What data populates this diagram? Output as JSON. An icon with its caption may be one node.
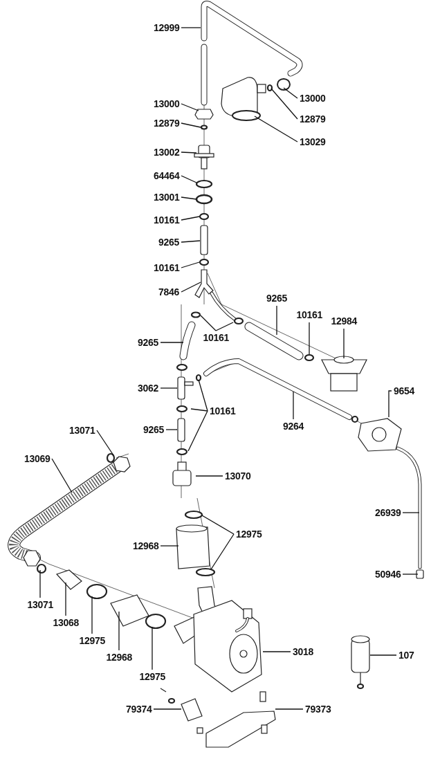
{
  "diagram": {
    "nodes": [
      {
        "text": [
          "12999"
        ]
      },
      {
        "text": [
          "13000"
        ]
      },
      {
        "text": [
          "12879"
        ]
      },
      {
        "text": [
          "13002"
        ]
      },
      {
        "text": [
          "64464"
        ]
      },
      {
        "text": [
          "13001"
        ]
      },
      {
        "text": [
          "10161"
        ]
      },
      {
        "text": [
          "9265"
        ]
      },
      {
        "text": [
          "10161"
        ]
      },
      {
        "text": [
          "7846"
        ]
      },
      {
        "text": [
          "13000"
        ]
      },
      {
        "text": [
          "12879"
        ]
      },
      {
        "text": [
          "13029"
        ]
      },
      {
        "text": [
          "9265"
        ]
      },
      {
        "text": [
          "10161"
        ]
      },
      {
        "text": [
          "10161"
        ]
      },
      {
        "text": [
          "12984"
        ]
      },
      {
        "text": [
          "9265"
        ]
      },
      {
        "text": [
          "3062"
        ]
      },
      {
        "text": [
          "10161"
        ]
      },
      {
        "text": [
          "9264"
        ]
      },
      {
        "text": [
          "9654"
        ]
      },
      {
        "text": [
          "9265"
        ]
      },
      {
        "text": [
          "13071"
        ]
      },
      {
        "text": [
          "13069"
        ]
      },
      {
        "text": [
          "13070"
        ]
      },
      {
        "text": [
          "12975"
        ]
      },
      {
        "text": [
          "12968"
        ]
      },
      {
        "text": [
          "26939"
        ]
      },
      {
        "text": [
          "50946"
        ]
      },
      {
        "text": [
          "13071"
        ]
      },
      {
        "text": [
          "13068"
        ]
      },
      {
        "text": [
          "12975"
        ]
      },
      {
        "text": [
          "12968"
        ]
      },
      {
        "text": [
          "3018"
        ]
      },
      {
        "text": [
          "12975"
        ]
      },
      {
        "text": [
          "107"
        ]
      },
      {
        "text": [
          "79374"
        ]
      },
      {
        "text": [
          "79373"
        ]
      }
    ],
    "edges": [
      {
        "from": 0,
        "to": null,
        "arrow": "none"
      },
      {
        "from": 1,
        "to": null,
        "arrow": "none"
      },
      {
        "from": 2,
        "to": null,
        "arrow": "none"
      },
      {
        "from": 3,
        "to": null,
        "arrow": "none"
      },
      {
        "from": 4,
        "to": null,
        "arrow": "none"
      },
      {
        "from": 5,
        "to": null,
        "arrow": "none"
      },
      {
        "from": 6,
        "to": null,
        "arrow": "none"
      },
      {
        "from": 7,
        "to": null,
        "arrow": "none"
      },
      {
        "from": 8,
        "to": null,
        "arrow": "none"
      },
      {
        "from": 9,
        "to": null,
        "arrow": "none"
      },
      {
        "from": 10,
        "to": null,
        "arrow": "none"
      },
      {
        "from": 11,
        "to": null,
        "arrow": "none"
      },
      {
        "from": 12,
        "to": null,
        "arrow": "none"
      },
      {
        "from": 13,
        "to": null,
        "arrow": "none"
      },
      {
        "from": 14,
        "to": null,
        "arrow": "none"
      },
      {
        "from": 14,
        "to": null,
        "arrow": "none"
      },
      {
        "from": 15,
        "to": null,
        "arrow": "none"
      },
      {
        "from": 16,
        "to": null,
        "arrow": "none"
      },
      {
        "from": 17,
        "to": null,
        "arrow": "none"
      },
      {
        "from": 18,
        "to": null,
        "arrow": "none"
      },
      {
        "from": 19,
        "to": null,
        "arrow": "none"
      },
      {
        "from": 19,
        "to": null,
        "arrow": "none"
      },
      {
        "from": 19,
        "to": null,
        "arrow": "none"
      },
      {
        "from": 20,
        "to": null,
        "arrow": "none"
      },
      {
        "from": 21,
        "to": null,
        "arrow": "none"
      },
      {
        "from": 22,
        "to": null,
        "arrow": "none"
      },
      {
        "from": 23,
        "to": null,
        "arrow": "none"
      },
      {
        "from": 24,
        "to": null,
        "arrow": "none"
      },
      {
        "from": 25,
        "to": null,
        "arrow": "none"
      },
      {
        "from": 26,
        "to": null,
        "arrow": "none"
      },
      {
        "from": 26,
        "to": null,
        "arrow": "none"
      },
      {
        "from": 27,
        "to": null,
        "arrow": "none"
      },
      {
        "from": 28,
        "to": null,
        "arrow": "none"
      },
      {
        "from": 29,
        "to": null,
        "arrow": "none"
      },
      {
        "from": 30,
        "to": null,
        "arrow": "none"
      },
      {
        "from": 31,
        "to": null,
        "arrow": "none"
      },
      {
        "from": 32,
        "to": null,
        "arrow": "none"
      },
      {
        "from": 33,
        "to": null,
        "arrow": "none"
      },
      {
        "from": 34,
        "to": null,
        "arrow": "none"
      },
      {
        "from": 35,
        "to": null,
        "arrow": "none"
      },
      {
        "from": 36,
        "to": null,
        "arrow": "none"
      },
      {
        "from": 37,
        "to": null,
        "arrow": "none"
      },
      {
        "from": 38,
        "to": null,
        "arrow": "none"
      }
    ]
  }
}
